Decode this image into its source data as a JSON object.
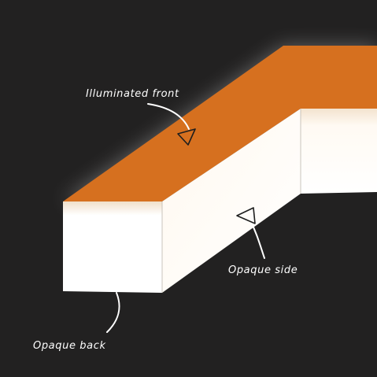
{
  "diagram": {
    "background_color": "#222121",
    "front_color": "#d6701f",
    "side_color": "#fffaf4",
    "labels": {
      "illuminated_front": "Illuminated front",
      "opaque_side": "Opaque side",
      "opaque_back": "Opaque back"
    }
  }
}
